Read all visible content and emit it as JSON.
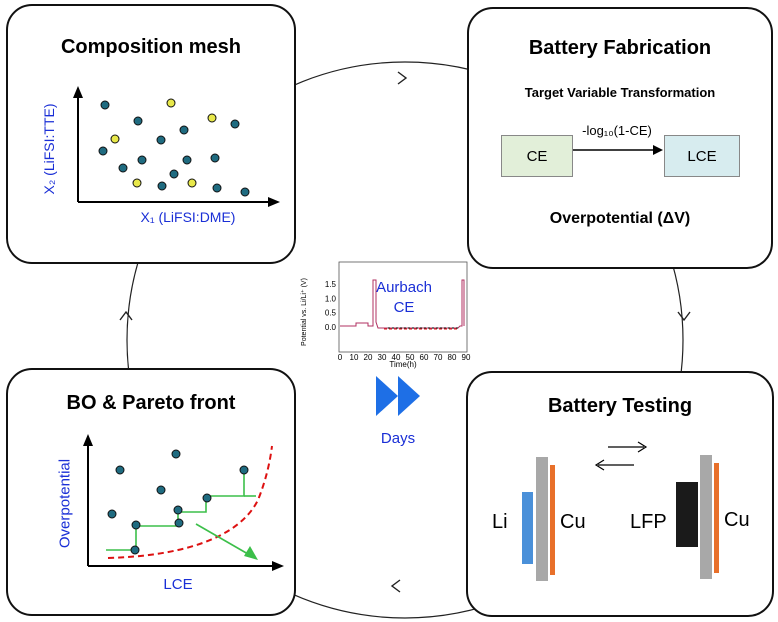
{
  "composition": {
    "title": "Composition mesh",
    "y_axis": "X₂ (LiFSI:TTE)",
    "x_axis": "X₁ (LiFSI:DME)"
  },
  "fabrication": {
    "title": "Battery Fabrication",
    "subtitle": "Target Variable Transformation",
    "transform_label": "-log₁₀(1-CE)",
    "box_ce": "CE",
    "box_lce": "LCE",
    "overpotential": "Overpotential (ΔV)"
  },
  "testing": {
    "title": "Battery Testing",
    "cell1_left": "Li",
    "cell1_right": "Cu",
    "cell2_left": "LFP",
    "cell2_right": "Cu"
  },
  "bo": {
    "title": "BO & Pareto front",
    "y_axis": "Overpotential",
    "x_axis": "LCE"
  },
  "center": {
    "plot_ylabel": "Potential vs. Li/Li⁺ (V)",
    "plot_xlabel": "Time(h)",
    "yticks": [
      "1.5",
      "1.0",
      "0.5",
      "0.0"
    ],
    "xticks": [
      "0",
      "10",
      "20",
      "30",
      "40",
      "50",
      "60",
      "70",
      "80",
      "90"
    ],
    "annotation_line1": "Aurbach",
    "annotation_line2": "CE",
    "days_label": "Days"
  },
  "colors": {
    "dot": "#1f6b80",
    "dot_yellow": "#e8e84a",
    "axis_blue": "#1a2fd6",
    "pareto_red": "#dd1111",
    "arrow_green": "#3cbf4a",
    "ce_box": "#e2efd9",
    "lce_box": "#d7ecef",
    "li_blue": "#4a90d9",
    "cu_orange": "#e8702a",
    "separator_gray": "#a8a8a8",
    "lfp_black": "#1a1a1a",
    "days_arrow": "#1e6fe6"
  }
}
